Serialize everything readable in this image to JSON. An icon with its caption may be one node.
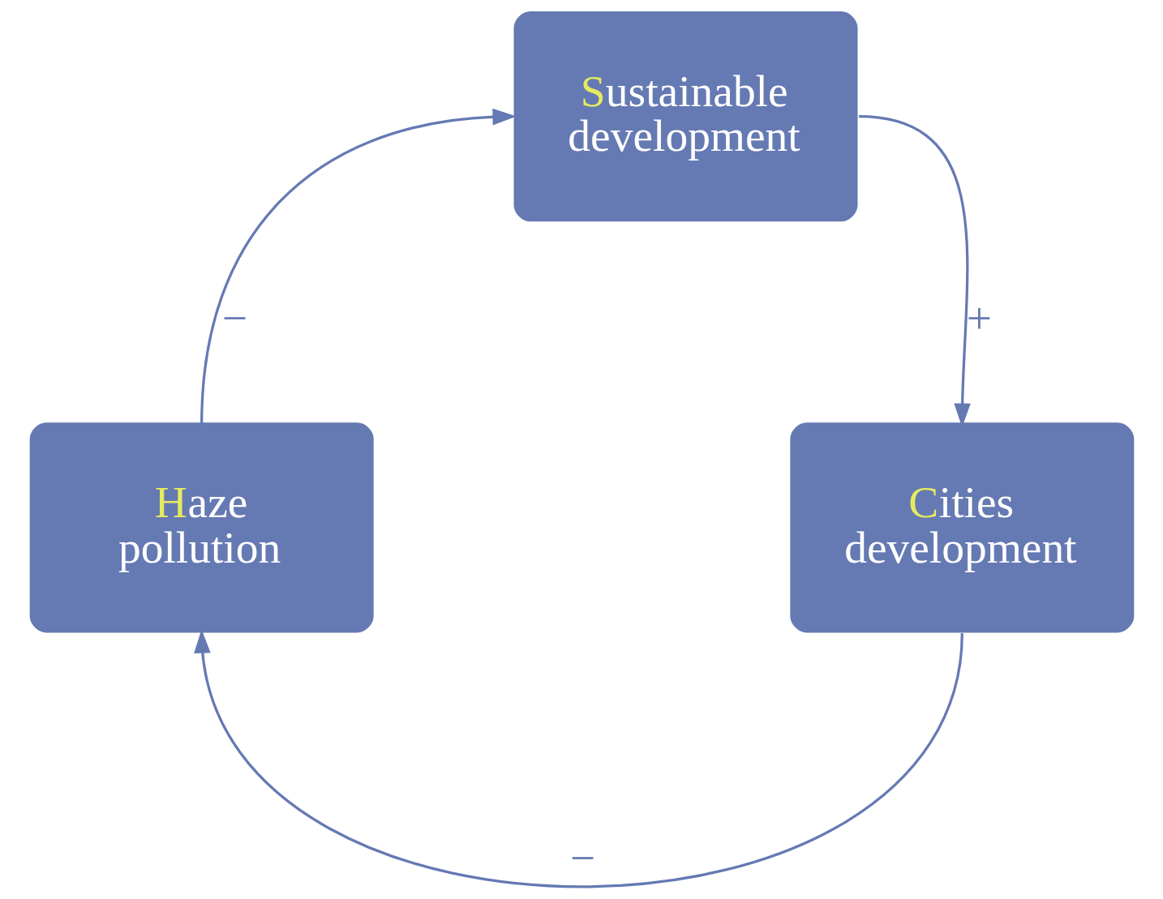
{
  "diagram": {
    "nodes": [
      {
        "text": [
          "Sustainable development"
        ]
      },
      {
        "text": [
          "Cities development"
        ]
      },
      {
        "text": [
          "Haze pollution"
        ]
      }
    ],
    "edges": [
      {
        "from": 0,
        "to": 1,
        "arrow": "to",
        "label": "+"
      },
      {
        "from": 1,
        "to": 2,
        "arrow": "to",
        "label": "−"
      },
      {
        "from": 2,
        "to": 0,
        "arrow": "to",
        "label": "−"
      }
    ]
  }
}
